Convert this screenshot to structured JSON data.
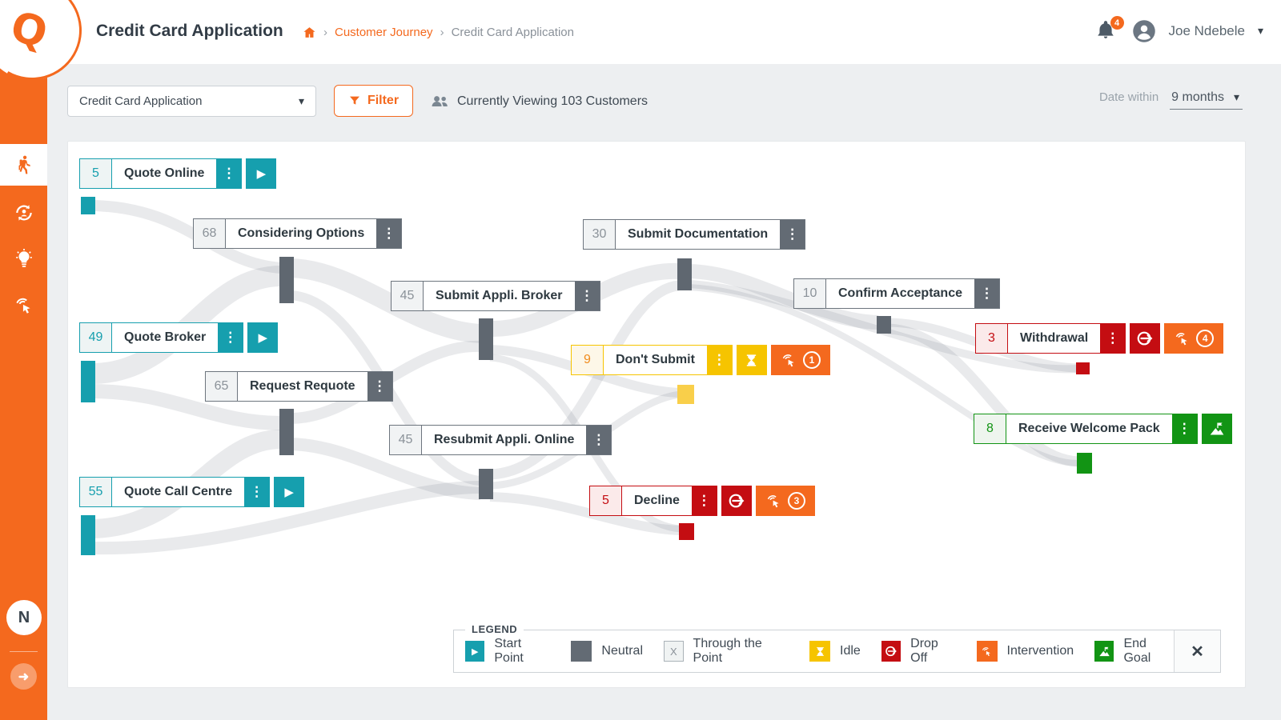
{
  "header": {
    "title": "Credit Card Application",
    "breadcrumb": {
      "link": "Customer Journey",
      "current": "Credit Card Application"
    },
    "notifications_count": "4",
    "user_name": "Joe Ndebele"
  },
  "sidebar": {
    "items": [
      {
        "name": "journey-icon",
        "active": true
      },
      {
        "name": "customer-lifecycle-icon",
        "active": false
      },
      {
        "name": "insights-icon",
        "active": false
      },
      {
        "name": "intervention-icon",
        "active": false
      }
    ],
    "logo_letter": "N"
  },
  "toolbar": {
    "journey_select_value": "Credit Card Application",
    "filter_label": "Filter",
    "viewing_text": "Currently Viewing 103 Customers",
    "date_within_label": "Date within",
    "date_within_value": "9 months"
  },
  "colors": {
    "brand_orange": "#f4691e",
    "start_teal": "#169fae",
    "neutral_slate": "#636b74",
    "idle_yellow": "#f6c400",
    "dropoff_red": "#c40d12",
    "endgoal_green": "#129414"
  },
  "nodes": [
    {
      "count": "5",
      "label": "Quote Online",
      "type": "start"
    },
    {
      "count": "68",
      "label": "Considering Options",
      "type": "neutral"
    },
    {
      "count": "30",
      "label": "Submit Documentation",
      "type": "neutral"
    },
    {
      "count": "45",
      "label": "Submit Appli. Broker",
      "type": "neutral"
    },
    {
      "count": "10",
      "label": "Confirm Acceptance",
      "type": "neutral"
    },
    {
      "count": "49",
      "label": "Quote Broker",
      "type": "start"
    },
    {
      "count": "9",
      "label": "Don't Submit",
      "type": "idle",
      "badge": "1"
    },
    {
      "count": "3",
      "label": "Withdrawal",
      "type": "dropoff",
      "badge": "4"
    },
    {
      "count": "65",
      "label": "Request Requote",
      "type": "neutral"
    },
    {
      "count": "45",
      "label": "Resubmit Appli. Online",
      "type": "neutral"
    },
    {
      "count": "8",
      "label": "Receive Welcome Pack",
      "type": "endgoal"
    },
    {
      "count": "55",
      "label": "Quote Call Centre",
      "type": "start"
    },
    {
      "count": "5",
      "label": "Decline",
      "type": "dropoff",
      "badge": "3"
    }
  ],
  "legend": {
    "title": "LEGEND",
    "items": [
      {
        "label": "Start Point"
      },
      {
        "label": "Neutral"
      },
      {
        "label": "Through the Point",
        "marker_text": "X"
      },
      {
        "label": "Idle"
      },
      {
        "label": "Drop Off"
      },
      {
        "label": "Intervention"
      },
      {
        "label": "End Goal"
      }
    ]
  }
}
